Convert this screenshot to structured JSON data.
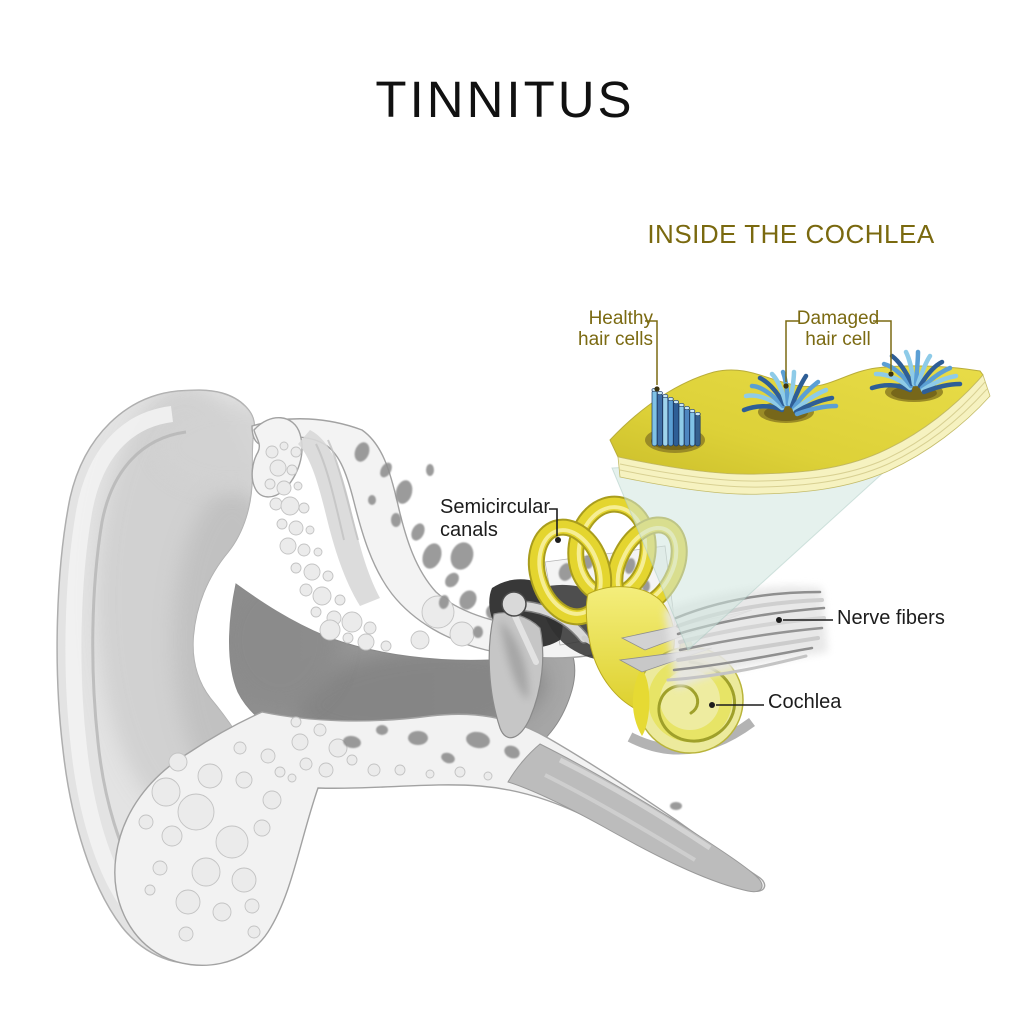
{
  "title": "TINNITUS",
  "inset": {
    "heading": "INSIDE THE COCHLEA",
    "healthy_1": "Healthy",
    "healthy_2": "hair cells",
    "damaged_1": "Damaged",
    "damaged_2": "hair cell"
  },
  "ear": {
    "semicircular_1": "Semicircular",
    "semicircular_2": "canals",
    "nerve": "Nerve fibers",
    "cochlea": "Cochlea"
  },
  "colors": {
    "label_olive": "#7b6a12",
    "text_black": "#1c1c1c",
    "membrane_yellow": "#e2d63e",
    "membrane_side": "#f6f2c0",
    "cilia_light": "#8ecbe8",
    "cilia_mid": "#5b9fd4",
    "cilia_dark": "#2e5e96",
    "cone_teal": "#cfe5df",
    "labyrinth_yellow": "#e4d52f",
    "cochlea_pale": "#ecea9c",
    "bone_gray": "#f2f2f2",
    "canal_gray": "#9b9b9b"
  }
}
